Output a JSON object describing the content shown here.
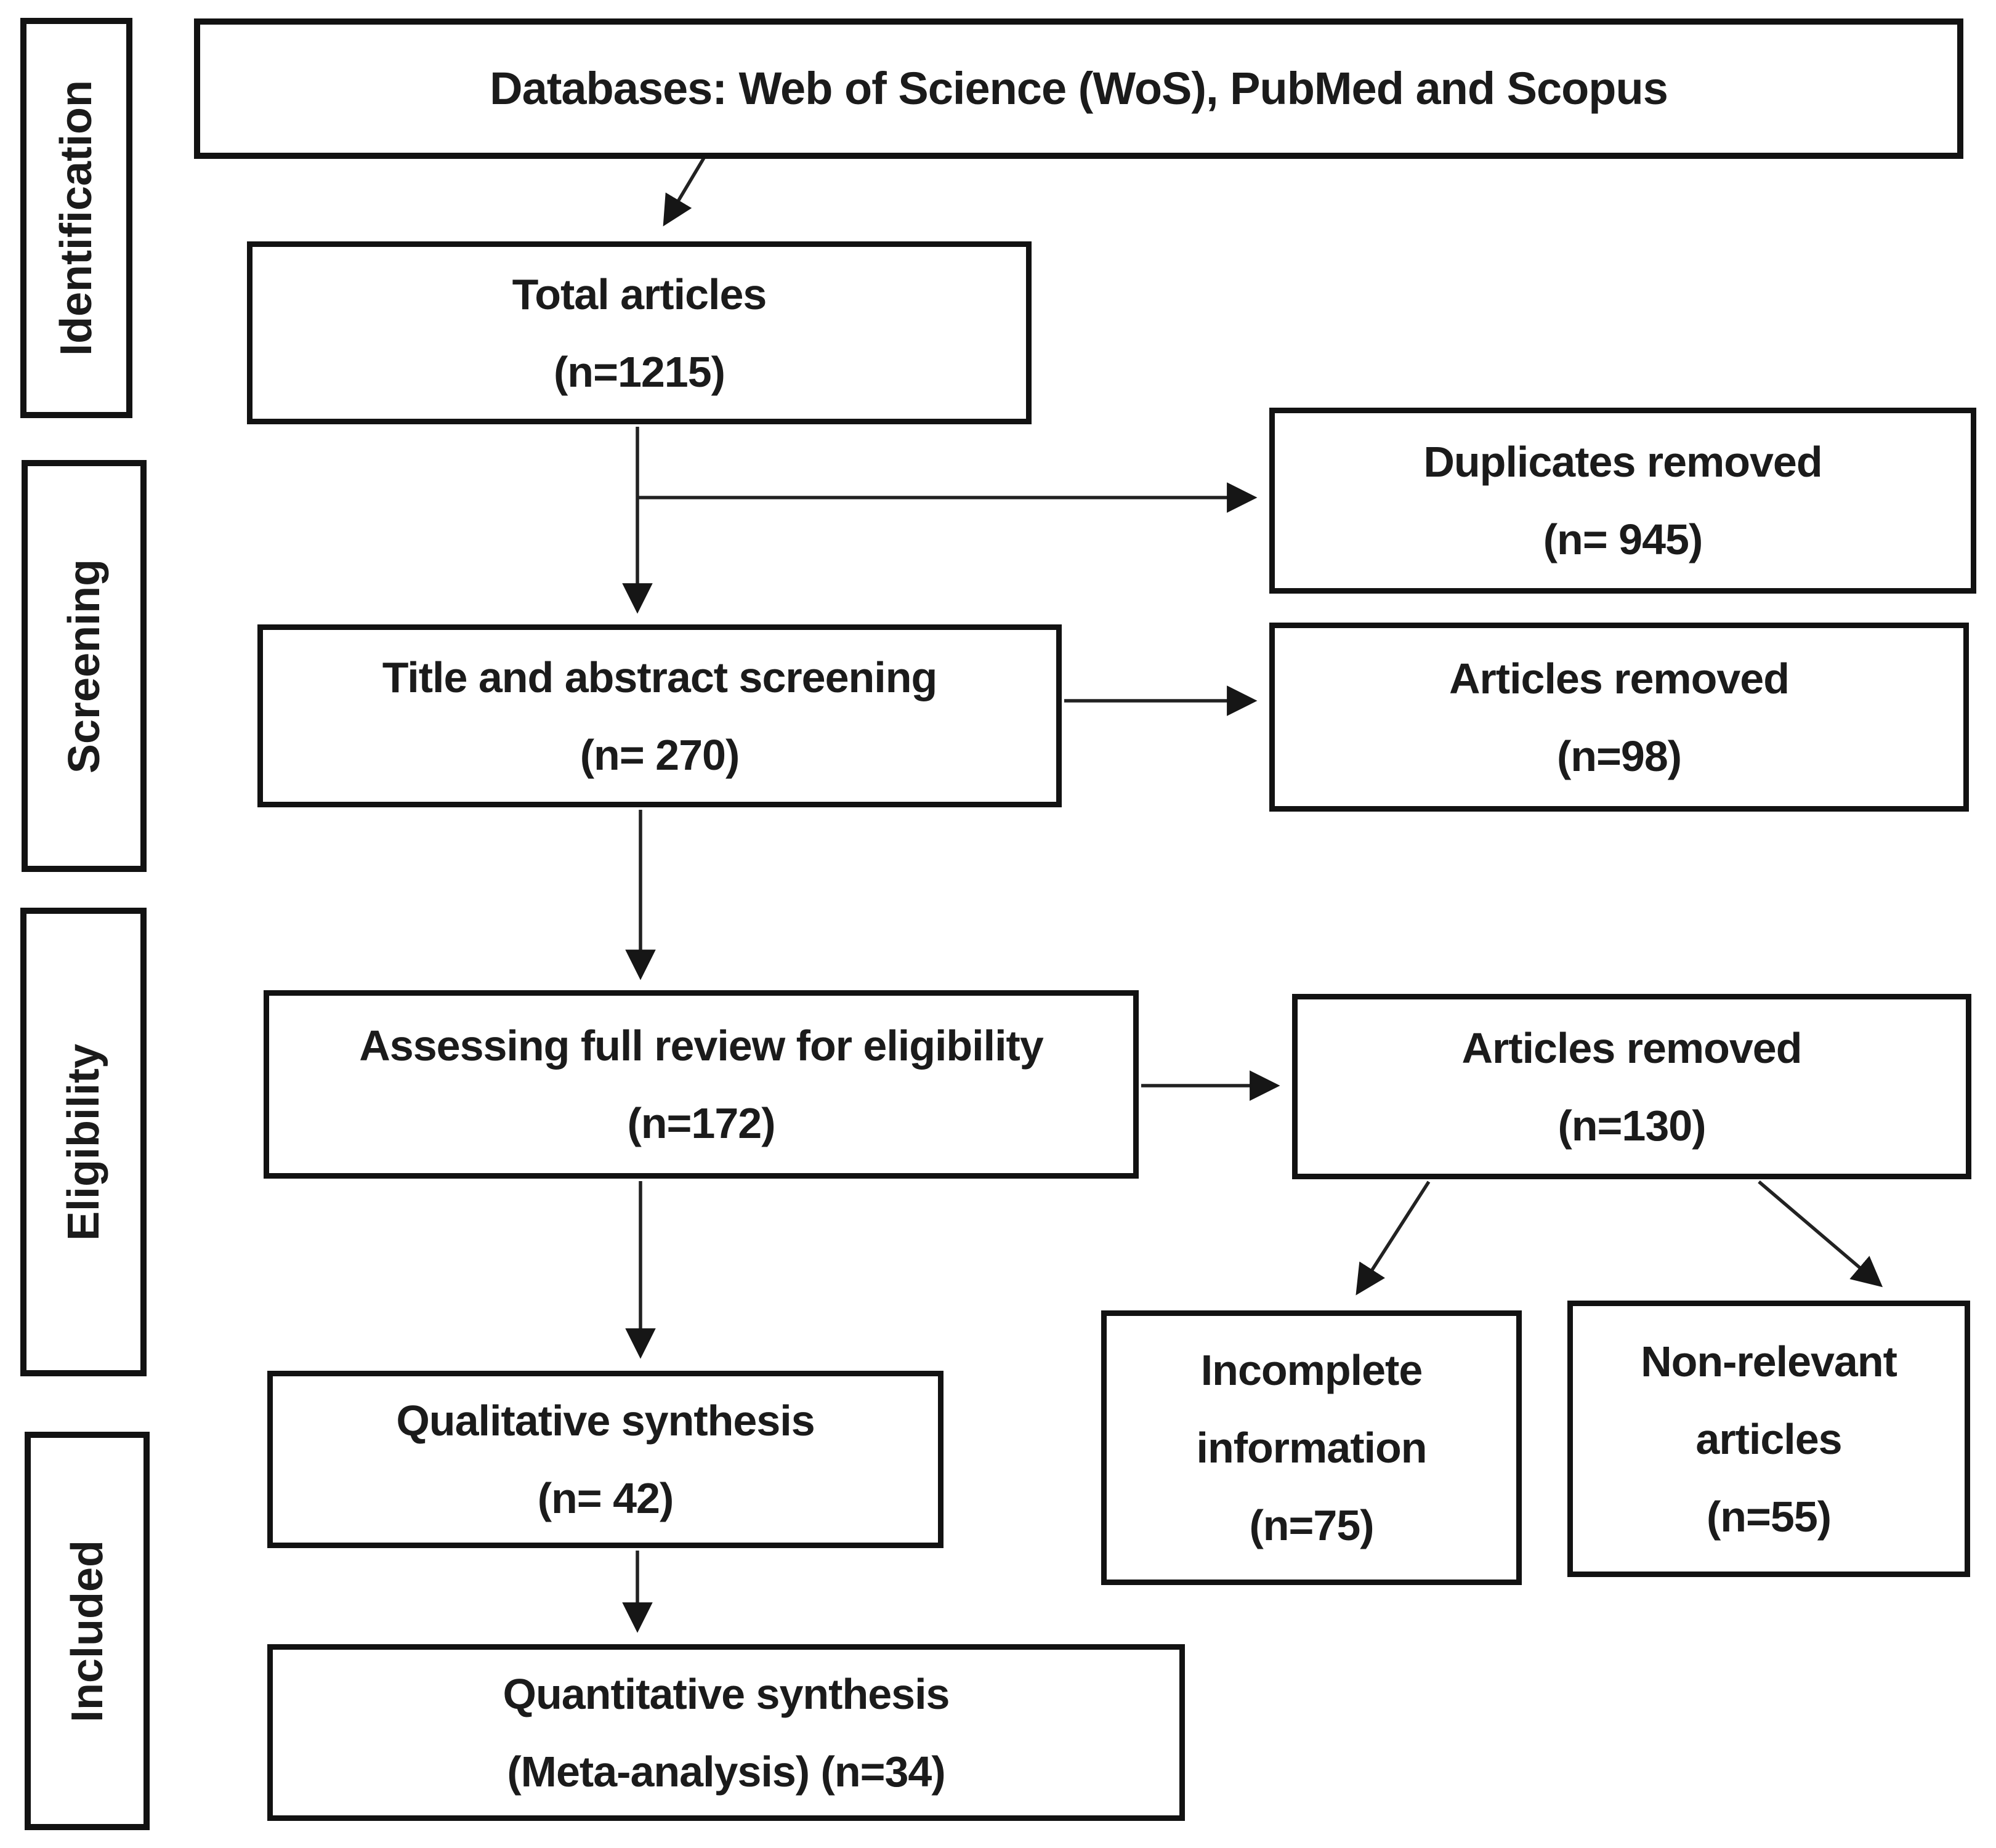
{
  "stages": [
    {
      "label": "Identification"
    },
    {
      "label": "Screening"
    },
    {
      "label": "Eligibility"
    },
    {
      "label": "Included"
    }
  ],
  "boxes": {
    "databases": {
      "text": "Databases: Web of Science (WoS), PubMed and Scopus"
    },
    "total_articles": {
      "label": "Total articles",
      "count": "(n=1215)"
    },
    "duplicates_removed": {
      "label": "Duplicates removed",
      "count": "(n= 945)"
    },
    "title_abstract_screening": {
      "label": "Title and abstract screening",
      "count": "(n= 270)"
    },
    "articles_removed_screening": {
      "label": "Articles removed",
      "count": "(n=98)"
    },
    "full_review_eligibility": {
      "label": "Assessing full review for eligibility",
      "count": "(n=172)"
    },
    "articles_removed_eligibility": {
      "label": "Articles removed",
      "count": "(n=130)"
    },
    "incomplete_information": {
      "label": "Incomplete information",
      "count": "(n=75)"
    },
    "non_relevant_articles": {
      "label": "Non-relevant articles",
      "count": "(n=55)"
    },
    "qualitative_synthesis": {
      "label": "Qualitative synthesis",
      "count": "(n= 42)"
    },
    "quantitative_synthesis": {
      "label": "Quantitative synthesis",
      "count": "(Meta-analysis) (n=34)"
    }
  },
  "colors": {
    "ink": "#1b1b1b",
    "border": "#121212",
    "background": "#ffffff"
  }
}
